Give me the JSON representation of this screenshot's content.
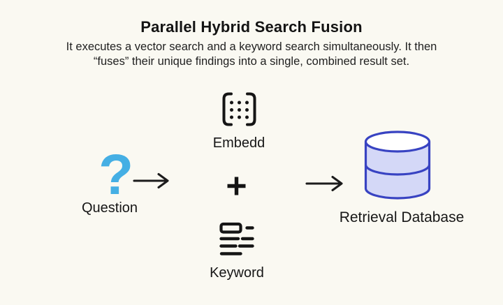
{
  "colors": {
    "bg": "#FAF9F2",
    "ink": "#1A1A1A",
    "accent-blue": "#45AFE4",
    "db-outline": "#3843C2",
    "db-fill": "#D4D8F7",
    "db-top": "#FFFFFF"
  },
  "header": {
    "title": "Parallel Hybrid Search Fusion",
    "subtitle_line1": "It executes a vector search and a keyword search simultaneously. It then",
    "subtitle_line2": "“fuses” their unique findings into a single, combined result set."
  },
  "nodes": {
    "question": {
      "glyph": "?",
      "label": "Question",
      "icon": "question-mark-icon"
    },
    "embedding": {
      "label": "Embedd",
      "icon": "embedding-matrix-icon"
    },
    "operator": {
      "symbol": "+",
      "icon": "plus-icon"
    },
    "keyword": {
      "label": "Keyword",
      "icon": "keyword-text-lines-icon"
    },
    "database": {
      "label": "Retrieval Database",
      "icon": "database-cylinder-icon"
    }
  },
  "connectors": [
    {
      "icon": "right-arrow-icon"
    },
    {
      "icon": "right-arrow-icon"
    }
  ]
}
